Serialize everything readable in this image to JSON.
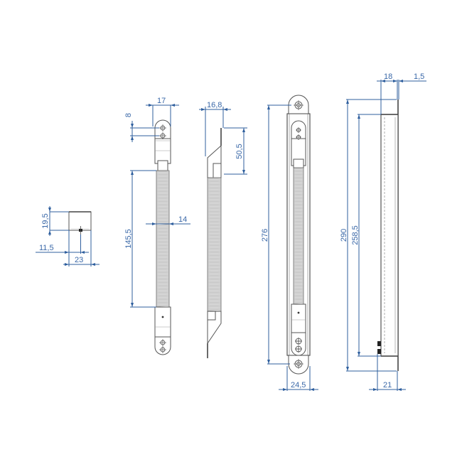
{
  "drawing": {
    "line_color": "#2f5f9e",
    "text_color": "#3a68a8",
    "part_color": "#555555"
  },
  "views": {
    "end_cap": {
      "dimensions": {
        "height": "19,5",
        "offset": "11,5",
        "width": "23"
      }
    },
    "front_view": {
      "dimensions": {
        "width": "17",
        "hole_spacing": "8",
        "spring_length": "145,5",
        "spring_diameter": "14"
      }
    },
    "side_view": {
      "dimensions": {
        "width": "16,8",
        "bracket_height": "50,5"
      }
    },
    "assembled_front": {
      "dimensions": {
        "total_length": "276",
        "width": "24,5"
      }
    },
    "assembled_side": {
      "dimensions": {
        "total_length": "290",
        "body_length": "258,5",
        "top_width": "18",
        "flange_thickness": "1,5",
        "bottom_width": "21"
      }
    }
  }
}
